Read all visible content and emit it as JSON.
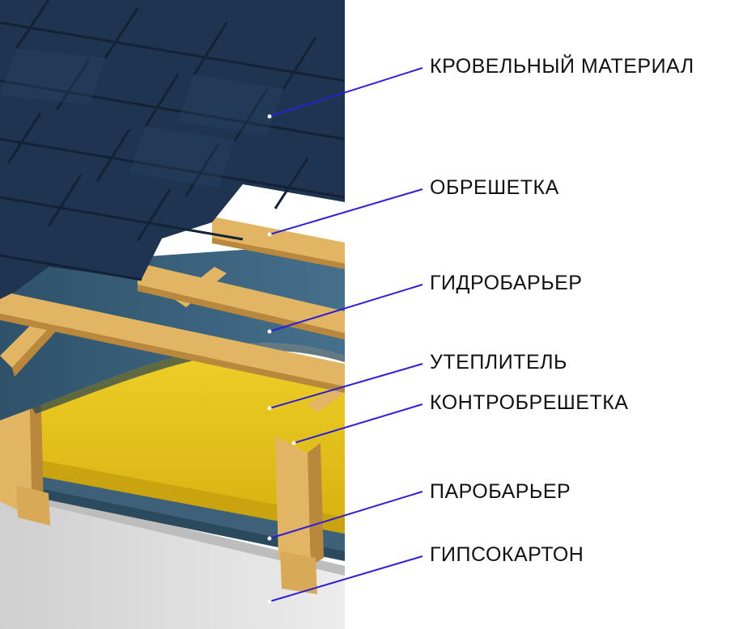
{
  "diagram": {
    "layers": [
      {
        "label": "КРОВЕЛЬНЫЙ МАТЕРИАЛ"
      },
      {
        "label": "ОБРЕШЕТКА"
      },
      {
        "label": "ГИДРОБАРЬЕР"
      },
      {
        "label": "УТЕПЛИТЕЛЬ"
      },
      {
        "label": "КОНТРОБРЕШЕТКА"
      },
      {
        "label": "ПАРОБАРЬЕР"
      },
      {
        "label": "ГИПСОКАРТОН"
      }
    ]
  },
  "colors": {
    "leader_line": "#2d1fd6",
    "shingle": "#1f3450",
    "shingle_edge": "#142235",
    "wood": "#e2b564",
    "wood_shadow": "#b9883d",
    "insulation": "#e9c417",
    "insulation_shadow": "#c9a310",
    "membrane": "#3b5f78",
    "drywall": "#d9d9d9"
  }
}
